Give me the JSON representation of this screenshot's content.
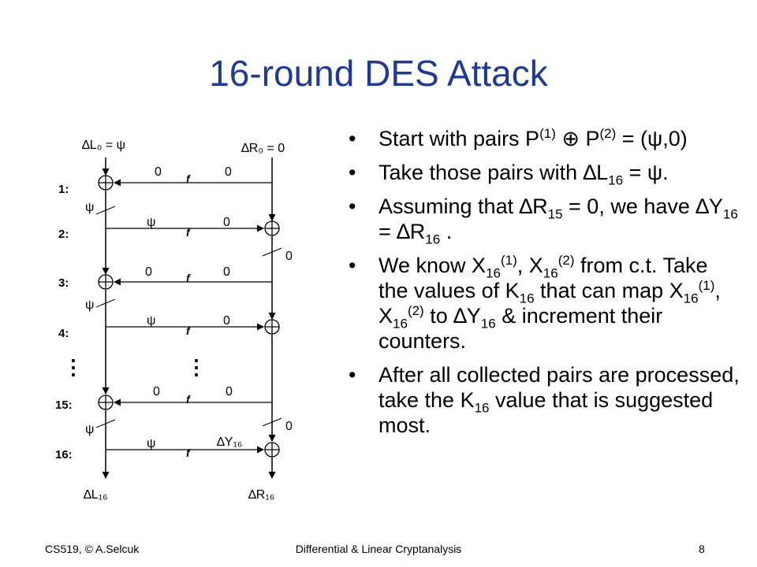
{
  "title": "16-round DES Attack",
  "diagram": {
    "top_left": "∆L₀ = ψ",
    "top_right": "∆R₀ = 0",
    "bottom_left": "∆L₁₆",
    "bottom_right": "∆R₁₆",
    "round_labels": [
      "1:",
      "2:",
      "3:",
      "4:",
      "15:",
      "16:"
    ],
    "f_label": "f",
    "dots": "⋮",
    "values": {
      "r1_left": "0",
      "r1_right": "0",
      "r2_left": "ψ",
      "r2_right": "0",
      "r3_left": "0",
      "r3_right": "0",
      "r4_left": "ψ",
      "r4_right": "0",
      "r15_left": "0",
      "r15_right": "0",
      "r16_left": "ψ",
      "r16_right": "∆Y₁₆",
      "left_line_1": "ψ",
      "left_line_2": "ψ",
      "left_line_3": "ψ",
      "right_line_1": "0",
      "right_line_2": "0"
    }
  },
  "bullets": [
    "Start with pairs P(1) ⊕ P(2) = (ψ,0)",
    "Take those pairs with ∆L16 = ψ.",
    "Assuming that ∆R15 = 0, we have ∆Y16 = ∆R16 .",
    "We know X16(1), X16(2) from c.t. Take the values of K16 that can map X16(1), X16(2) to ∆Y16 & increment their counters.",
    "After all collected pairs are processed, take the K16 value that is suggested most."
  ],
  "footer": {
    "left": "CS519, © A.Selcuk",
    "center": "Differential & Linear Cryptanalysis",
    "right": "8"
  }
}
